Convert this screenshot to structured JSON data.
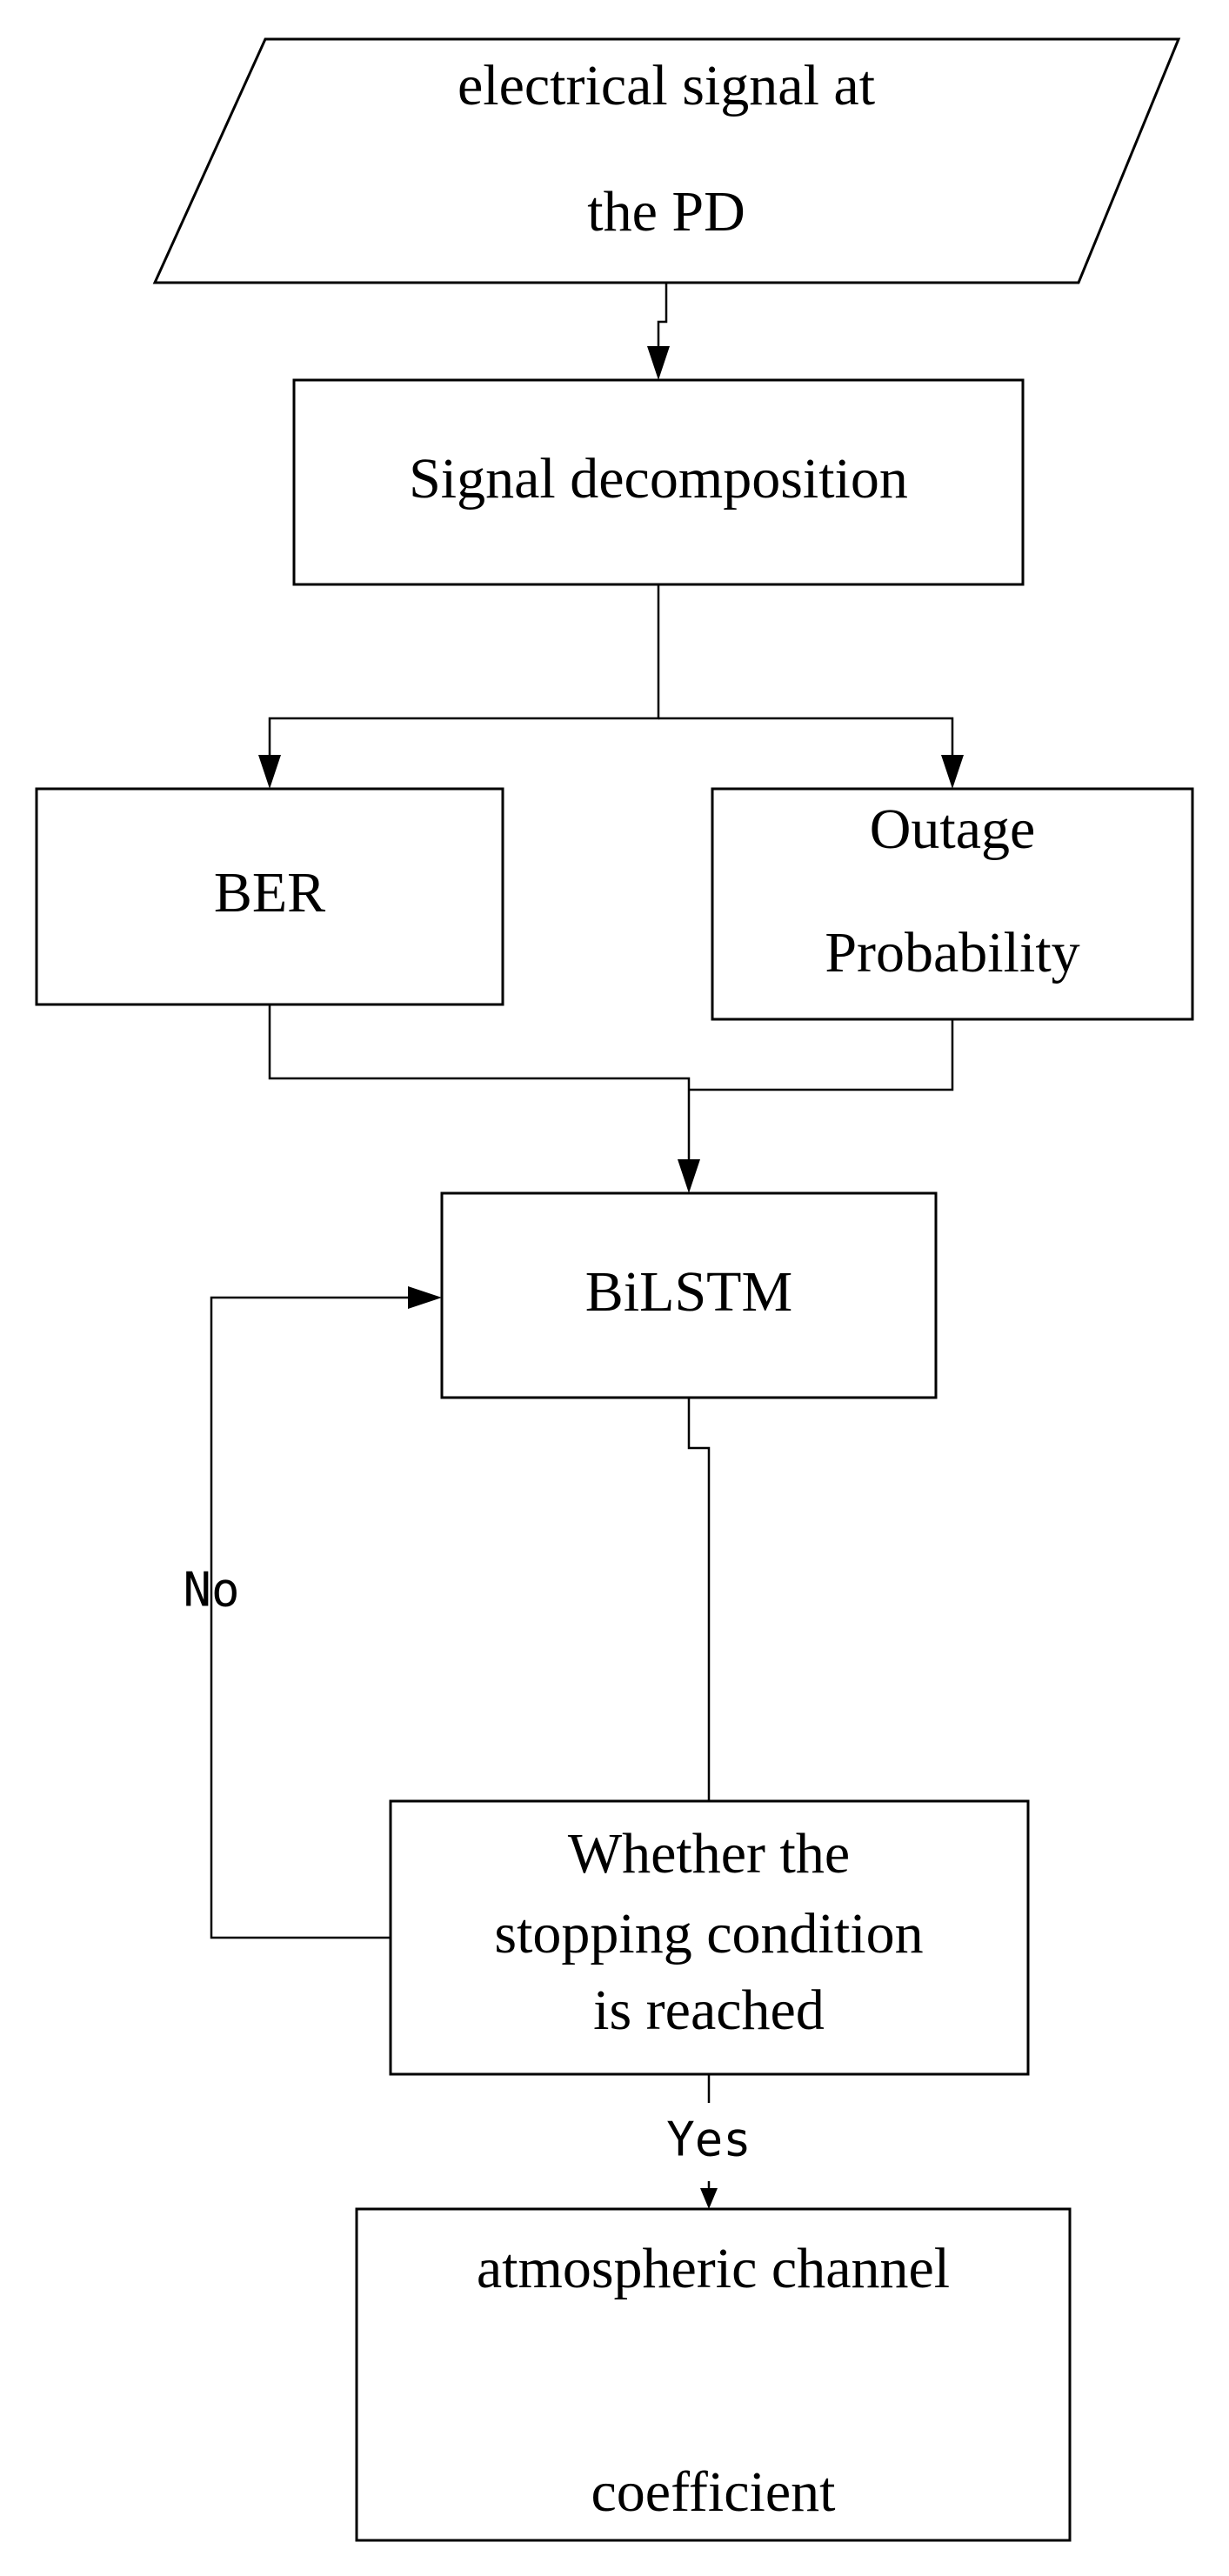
{
  "nodes": {
    "input": {
      "lines": [
        "electrical signal at",
        "the PD"
      ]
    },
    "decomposition": {
      "lines": [
        "Signal decomposition"
      ]
    },
    "ber": {
      "lines": [
        "BER"
      ]
    },
    "outage": {
      "lines": [
        "Outage",
        "Probability"
      ]
    },
    "bilstm": {
      "lines": [
        "BiLSTM"
      ]
    },
    "decision": {
      "lines": [
        "Whether the",
        "stopping condition",
        "is reached"
      ]
    },
    "output": {
      "lines": [
        "atmospheric channel",
        "coefficient"
      ]
    }
  },
  "edge_labels": {
    "no": "No",
    "yes": "Yes"
  }
}
